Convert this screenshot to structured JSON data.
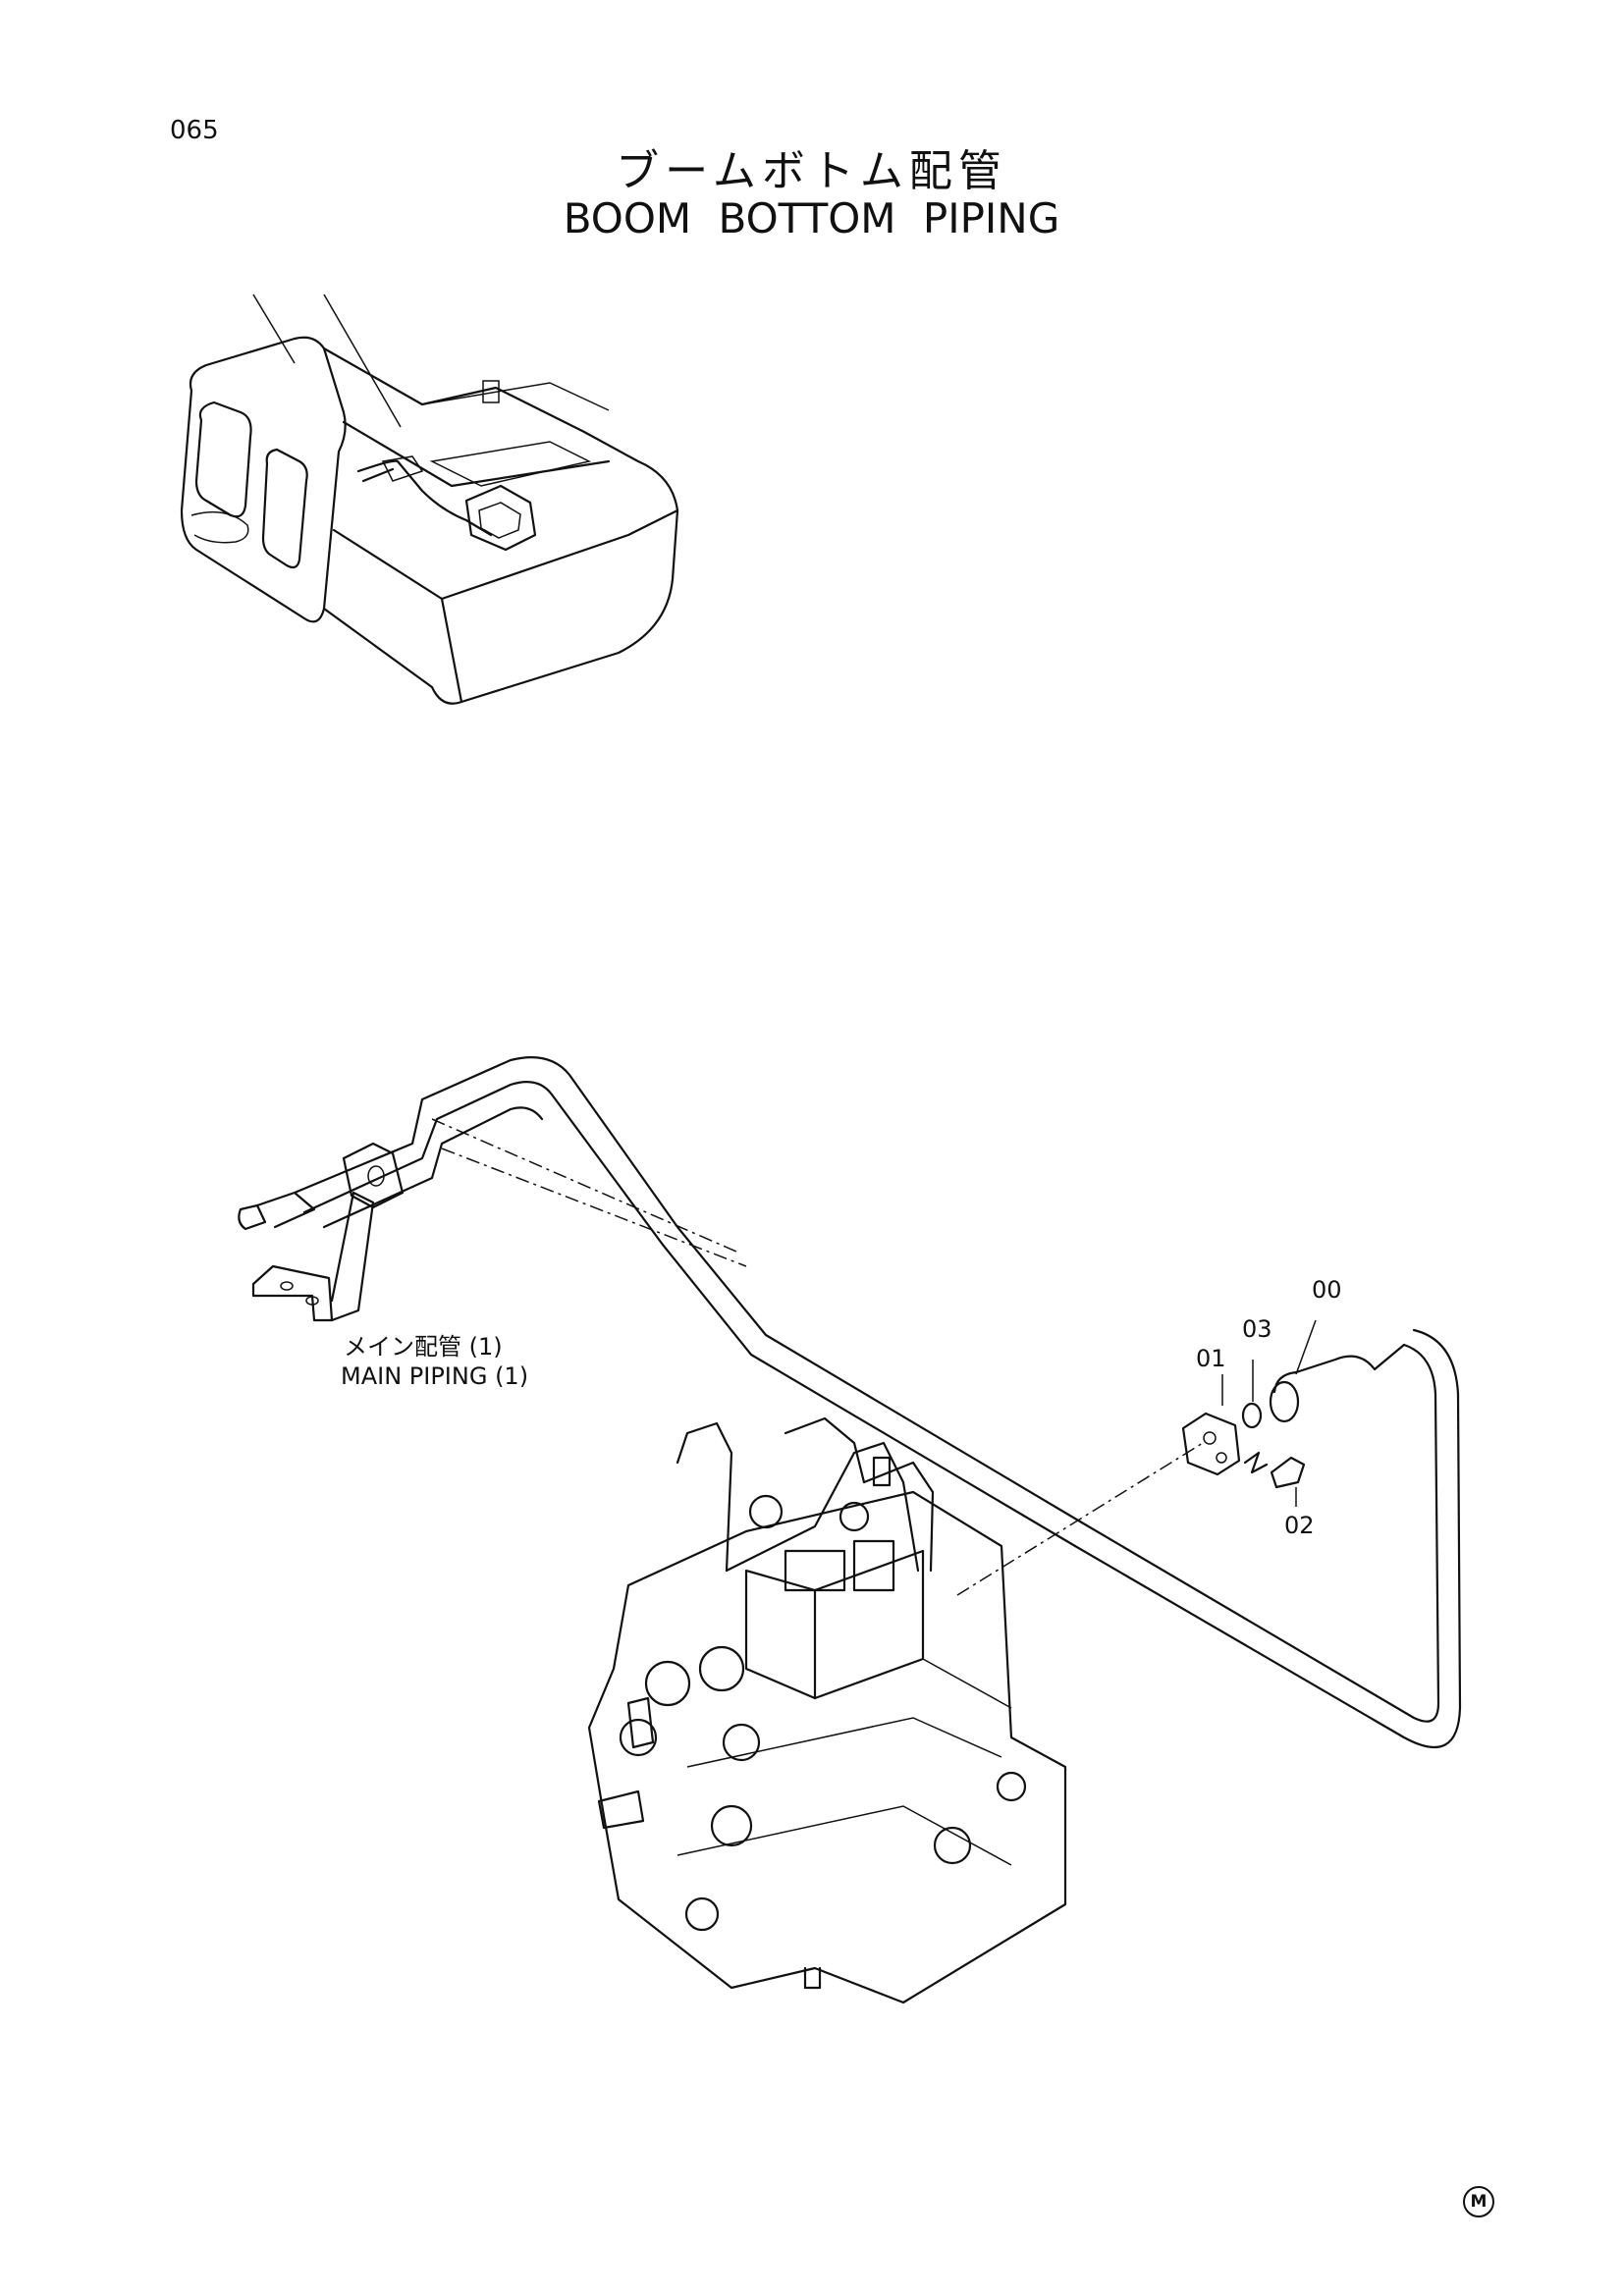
{
  "page_number": "065",
  "title_jp": "ブームボトム配管",
  "title_en": "BOOM BOTTOM PIPING",
  "main_piping": {
    "jp": "メイン配管 (1)",
    "en": "MAIN PIPING (1)"
  },
  "callouts": [
    "00",
    "01",
    "02",
    "03"
  ],
  "corner_mark": "M"
}
